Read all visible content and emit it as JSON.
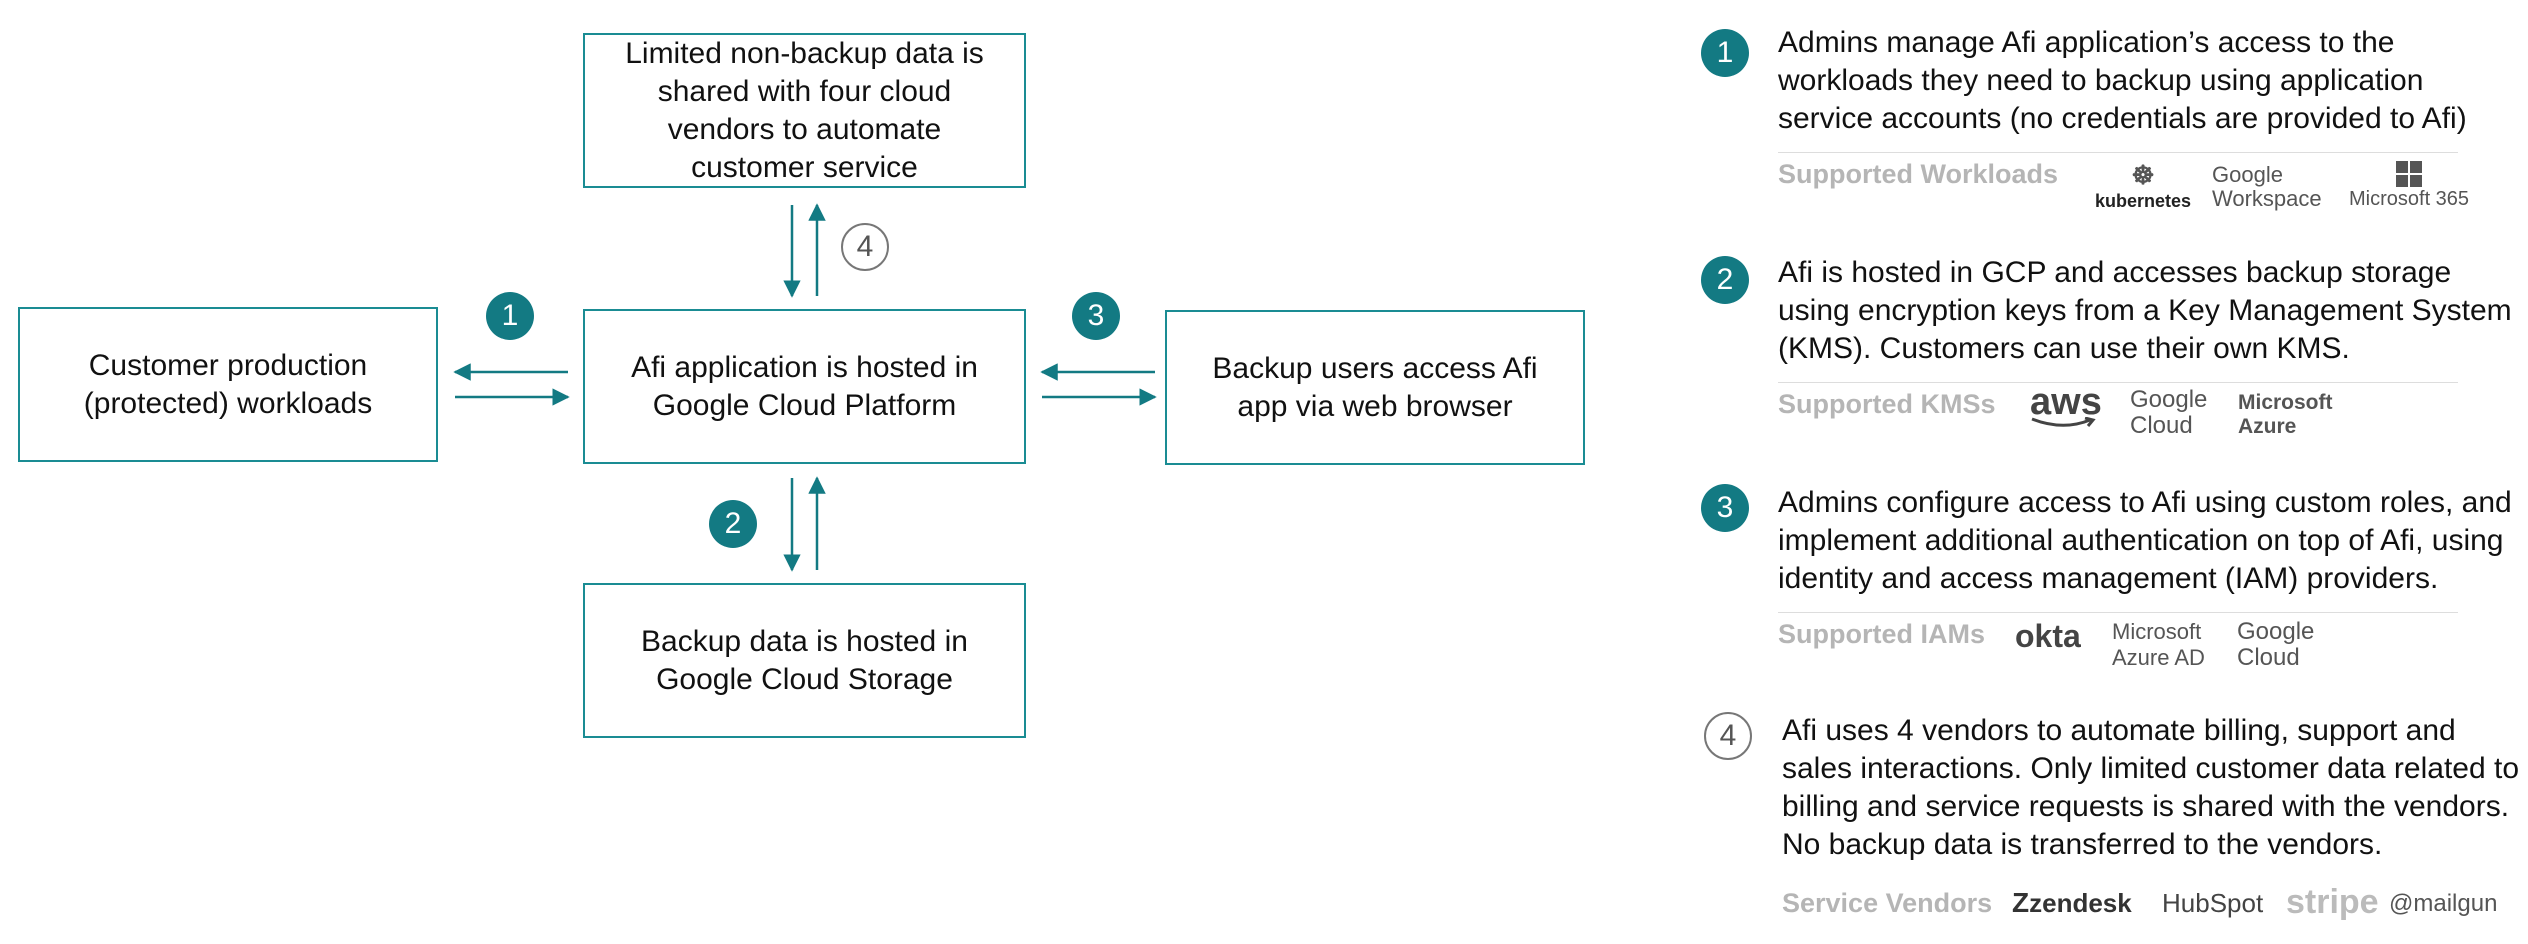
{
  "boxes": {
    "vendors": "Limited non-backup data is shared with four cloud vendors to automate customer service",
    "customer": "Customer production (protected) workloads",
    "afi": "Afi application is hosted in Google Cloud Platform",
    "users": "Backup users access Afi app via web browser",
    "storage": "Backup data is hosted in Google Cloud Storage"
  },
  "badges": {
    "b1": "1",
    "b2": "2",
    "b3": "3",
    "b4": "4"
  },
  "legend": {
    "item1": {
      "text": "Admins manage Afi application’s access to the workloads they need to backup using application service accounts (no credentials are provided to Afi)",
      "label": "Supported Workloads",
      "logos": {
        "k8s": "kubernetes",
        "gw1": "Google",
        "gw2": "Workspace",
        "m365": "Microsoft 365"
      }
    },
    "item2": {
      "text": "Afi is hosted in GCP and accesses backup storage using encryption keys from a Key Management System (KMS). Customers can use their own KMS.",
      "label": "Supported KMSs",
      "logos": {
        "aws": "aws",
        "gc1": "Google",
        "gc2": "Cloud",
        "az1": "Microsoft",
        "az2": "Azure"
      }
    },
    "item3": {
      "text": "Admins configure access to Afi using custom roles, and implement additional authentication on top of Afi, using identity and access management (IAM) providers.",
      "label": "Supported IAMs",
      "logos": {
        "okta": "okta",
        "ad1": "Microsoft",
        "ad2": "Azure AD",
        "gc1": "Google",
        "gc2": "Cloud"
      }
    },
    "item4": {
      "text": "Afi uses 4 vendors to automate billing, support and sales interactions. Only limited customer data related to billing and service requests is shared with the vendors. No backup data is transferred to the vendors.",
      "label": "Service Vendors",
      "logos": {
        "zendesk": "zendesk",
        "hubspot": "HubSpot",
        "stripe": "stripe",
        "mailgun": "@mailgun"
      }
    }
  },
  "colors": {
    "accent": "#1a8c93",
    "badge": "#137a83",
    "arrow": "#137a83"
  }
}
